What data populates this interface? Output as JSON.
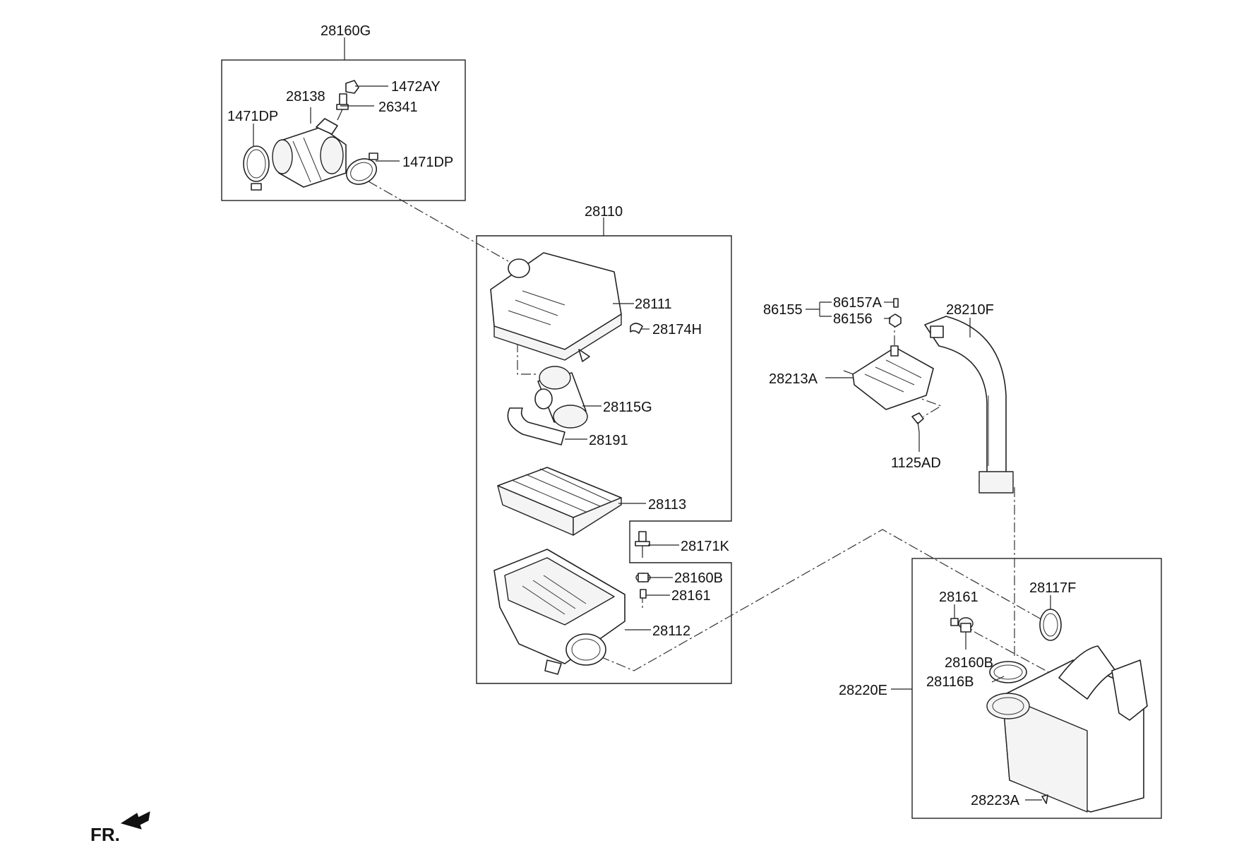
{
  "labels": {
    "p28160G": "28160G",
    "p1472AY": "1472AY",
    "p28138": "28138",
    "p26341": "26341",
    "p1471DP_left": "1471DP",
    "p1471DP_right": "1471DP",
    "p28110": "28110",
    "p28111": "28111",
    "p28174H": "28174H",
    "p28115G": "28115G",
    "p28191": "28191",
    "p28113": "28113",
    "p28171K": "28171K",
    "p28160B_mid": "28160B",
    "p28161_mid": "28161",
    "p28112": "28112",
    "p86155": "86155",
    "p86157A": "86157A",
    "p86156": "86156",
    "p28213A": "28213A",
    "p28210F": "28210F",
    "p1125AD": "1125AD",
    "p28161_right": "28161",
    "p28117F": "28117F",
    "p28160B_right": "28160B",
    "p28116B": "28116B",
    "p28220E": "28220E",
    "p28223A": "28223A",
    "fr": "FR."
  }
}
